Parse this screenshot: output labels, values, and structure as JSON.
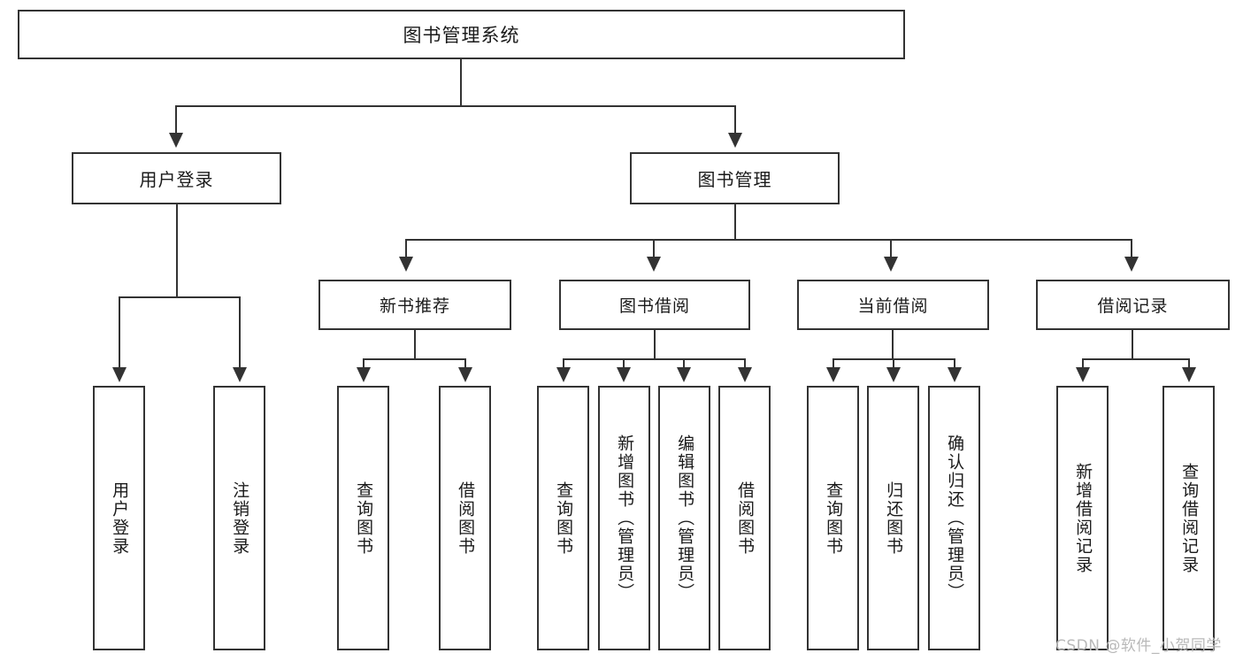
{
  "diagram": {
    "title": "图书管理系统",
    "type": "tree-hierarchy-diagram",
    "root": {
      "label": "图书管理系统"
    },
    "level1": [
      {
        "label": "用户登录"
      },
      {
        "label": "图书管理"
      }
    ],
    "level2": [
      {
        "label": "新书推荐"
      },
      {
        "label": "图书借阅"
      },
      {
        "label": "当前借阅"
      },
      {
        "label": "借阅记录"
      }
    ],
    "leaves_user_login": [
      {
        "label": "用户登录"
      },
      {
        "label": "注销登录"
      }
    ],
    "leaves_new_book": [
      {
        "label": "查询图书"
      },
      {
        "label": "借阅图书"
      }
    ],
    "leaves_borrow": [
      {
        "label": "查询图书"
      },
      {
        "label": "新增图书（管理员）"
      },
      {
        "label": "编辑图书（管理员）"
      },
      {
        "label": "借阅图书"
      }
    ],
    "leaves_current": [
      {
        "label": "查询图书"
      },
      {
        "label": "归还图书"
      },
      {
        "label": "确认归还（管理员）"
      }
    ],
    "leaves_records": [
      {
        "label": "新增借阅记录"
      },
      {
        "label": "查询借阅记录"
      }
    ]
  },
  "watermark": {
    "text": "CSDN @软件_小贺同学"
  },
  "colors": {
    "stroke": "#333333",
    "background": "#ffffff",
    "text": "#1a1a1a",
    "watermark": "#b9b9b9"
  }
}
